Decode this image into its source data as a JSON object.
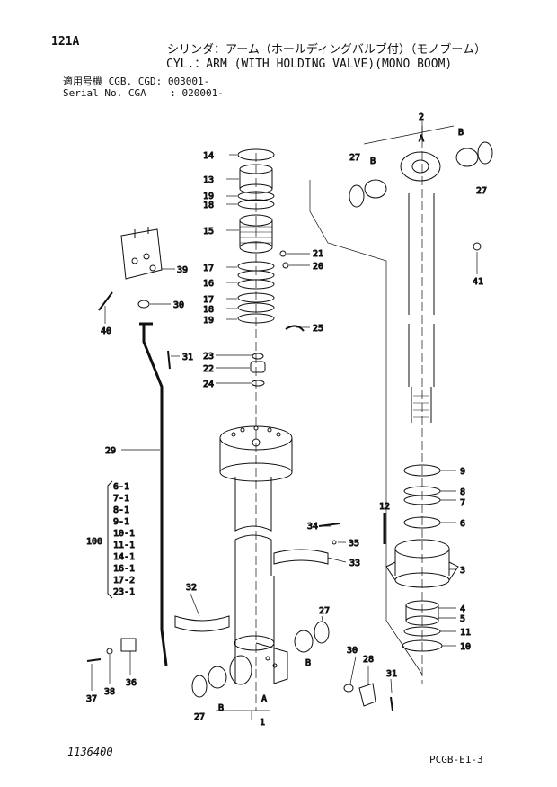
{
  "page_number": "121A",
  "title_jp": "シリンダ：アーム（ホールディングバルブ付）（モノブーム）",
  "title_en": "CYL.：ARM (WITH HOLDING VALVE)(MONO BOOM)",
  "serial_line1": "適用号機 CGB. CGD: 003001-",
  "serial_line2": "Serial No. CGA    : 020001-",
  "drawing_number": "1136400",
  "page_code": "PCGB-E1-3",
  "callouts": {
    "c1": "1",
    "c2": "2",
    "c3": "3",
    "c4": "4",
    "c5": "5",
    "c6": "6",
    "c7": "7",
    "c8": "8",
    "c9": "9",
    "c10": "10",
    "c11": "11",
    "c12": "12",
    "c13": "13",
    "c14": "14",
    "c15": "15",
    "c16": "16",
    "c17a": "17",
    "c17b": "17",
    "c18a": "18",
    "c18b": "18",
    "c19a": "19",
    "c19b": "19",
    "c20": "20",
    "c21": "21",
    "c22": "22",
    "c23": "23",
    "c24": "24",
    "c25": "25",
    "c27a": "27",
    "c27b": "27",
    "c27c": "27",
    "c27d": "27",
    "c28": "28",
    "c29": "29",
    "c30a": "30",
    "c30b": "30",
    "c31a": "31",
    "c31b": "31",
    "c32": "32",
    "c33": "33",
    "c34": "34",
    "c35": "35",
    "c36": "36",
    "c37": "37",
    "c38": "38",
    "c39": "39",
    "c40": "40",
    "c41": "41",
    "A1": "A",
    "A2": "A",
    "B1": "B",
    "B2": "B",
    "B3": "B",
    "B4": "B"
  },
  "kit": {
    "number": "100",
    "items": [
      "6-1",
      "7-1",
      "8-1",
      "9-1",
      "10-1",
      "11-1",
      "14-1",
      "16-1",
      "17-2",
      "23-1"
    ]
  }
}
